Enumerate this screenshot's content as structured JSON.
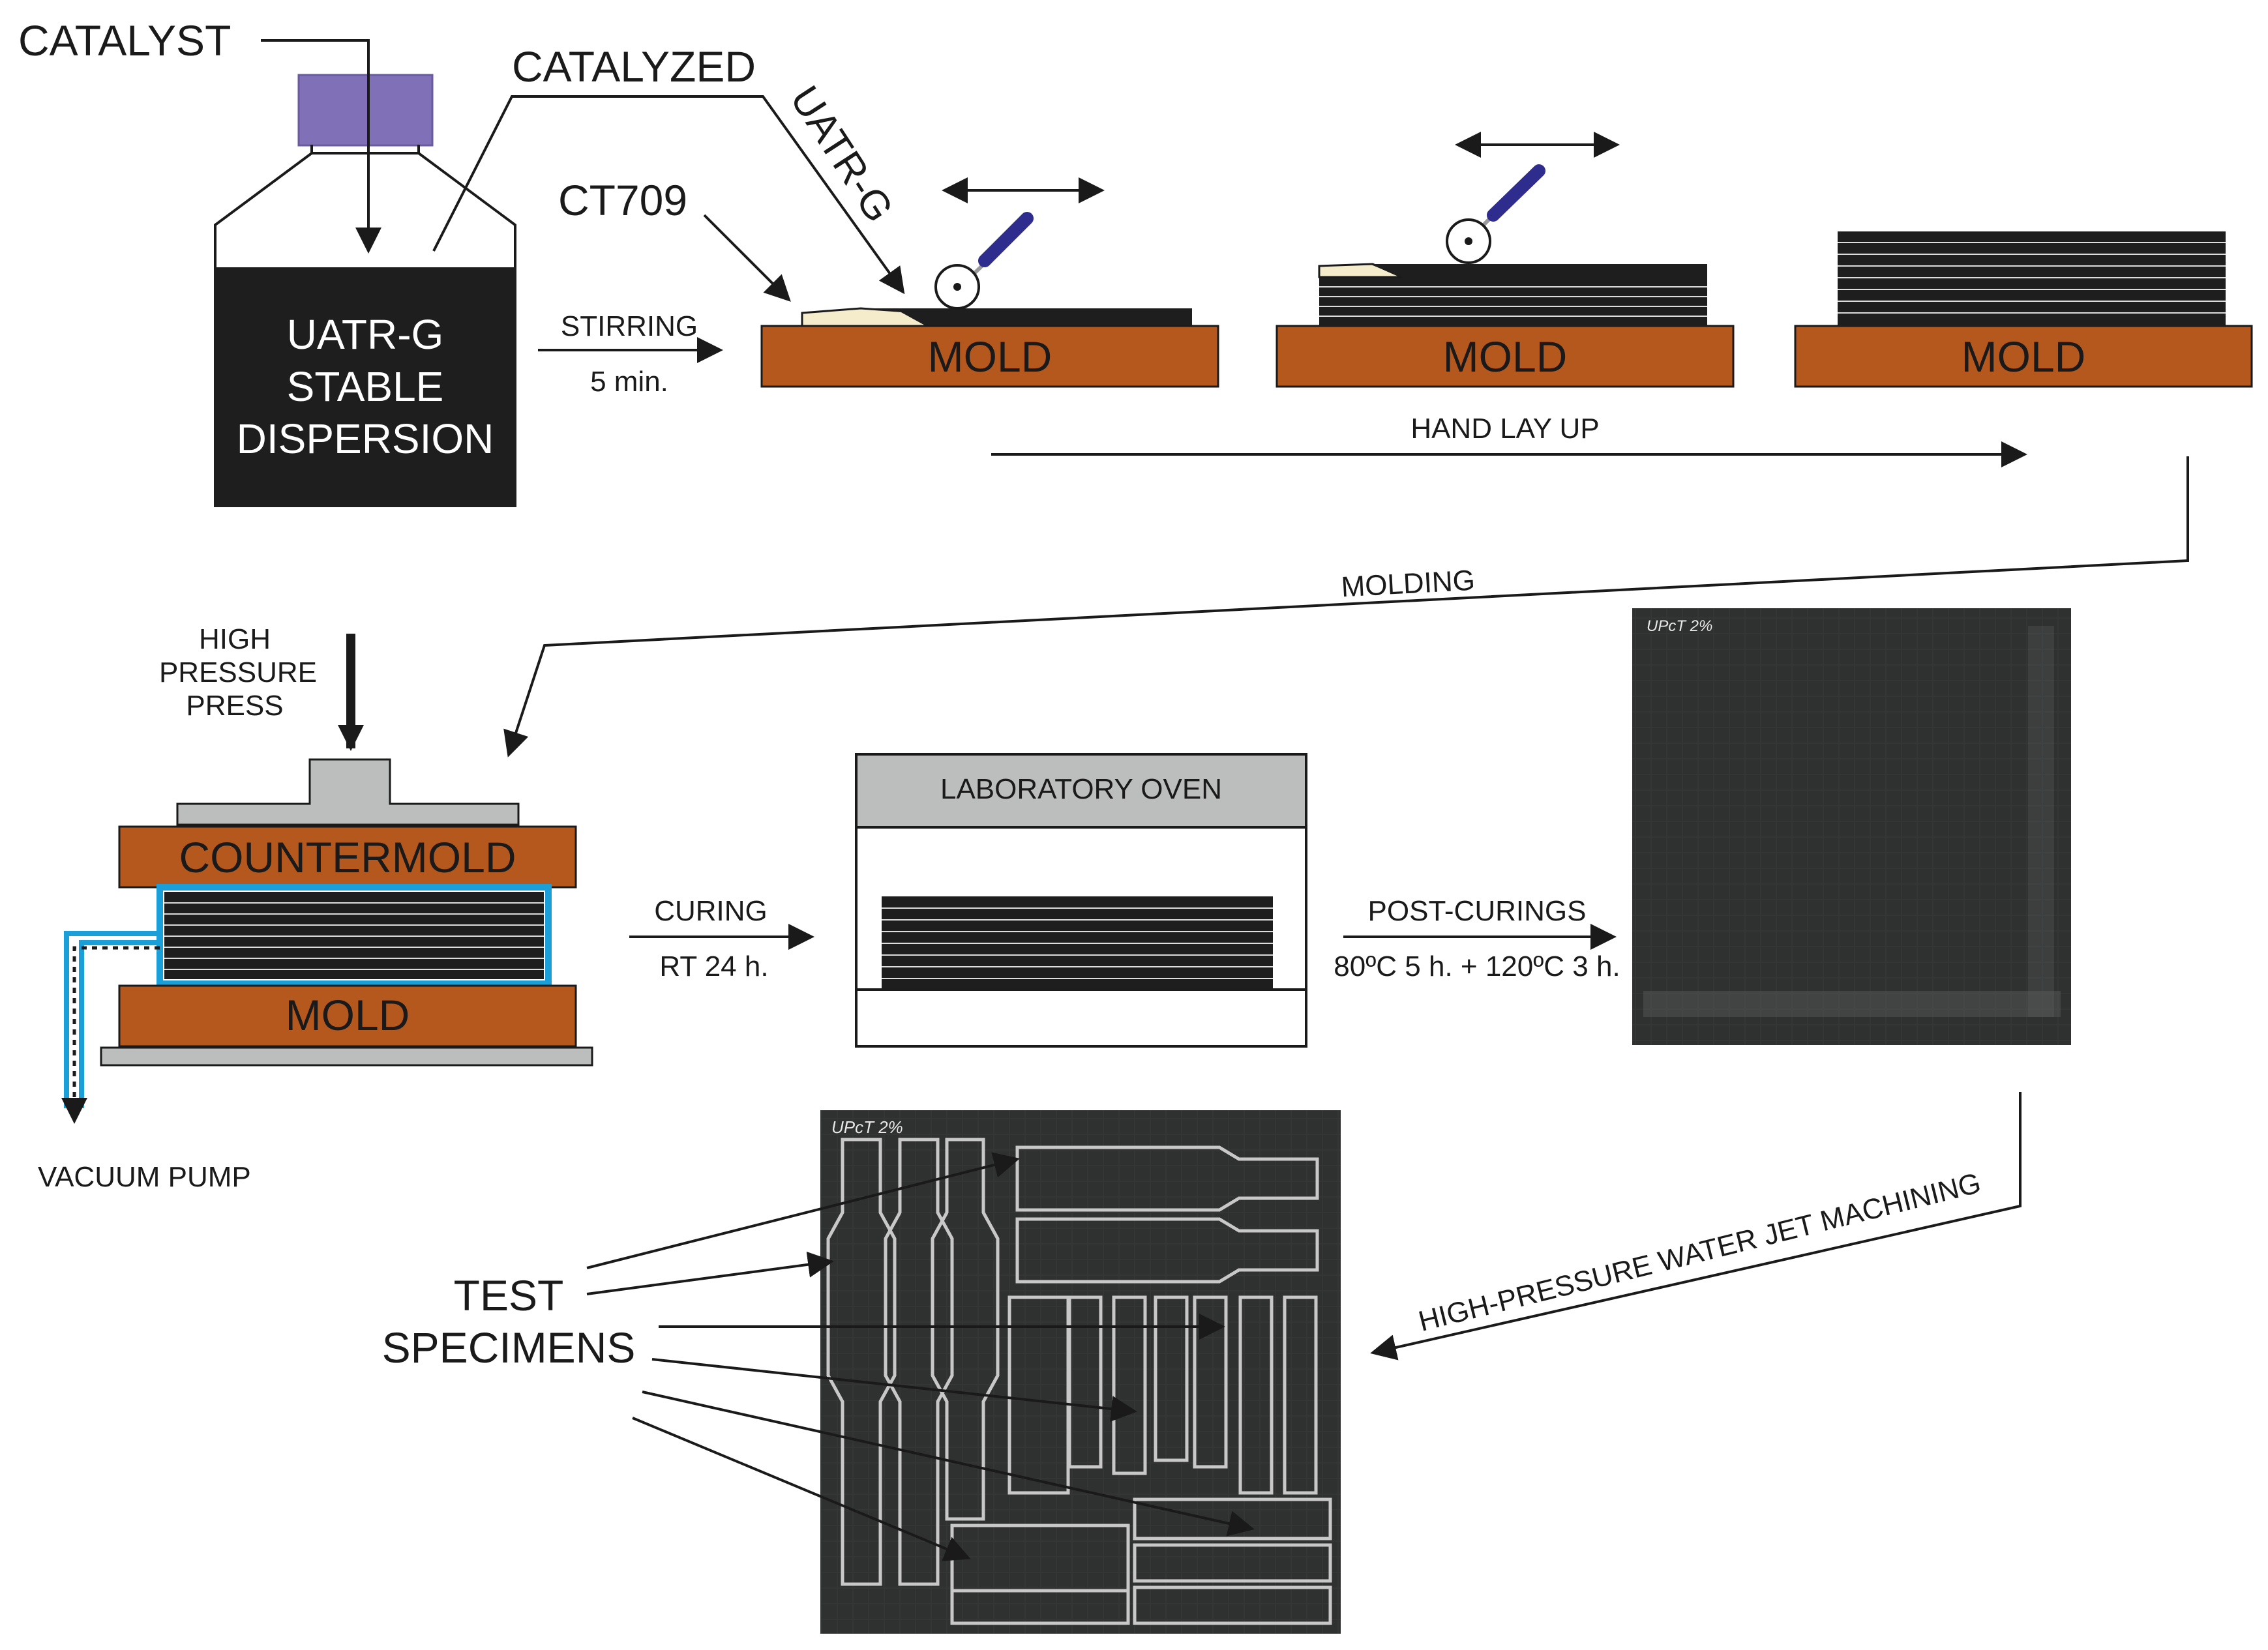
{
  "labels": {
    "catalyst": "CATALYST",
    "catalyzed": "CATALYZED",
    "uatr_g_diag": "UATR-G",
    "ct709": "CT709",
    "bottle_line1": "UATR-G",
    "bottle_line2": "STABLE",
    "bottle_line3": "DISPERSION",
    "stirring": "STIRRING",
    "stirring_time": "5 min.",
    "mold1": "MOLD",
    "mold2": "MOLD",
    "mold3": "MOLD",
    "hand_lay_up": "HAND LAY UP",
    "molding": "MOLDING",
    "press_line1": "HIGH",
    "press_line2": "PRESSURE",
    "press_line3": "PRESS",
    "countermold": "COUNTERMOLD",
    "mold_bottom": "MOLD",
    "vacuum_pump": "VACUUM PUMP",
    "curing": "CURING",
    "curing_time": "RT 24 h.",
    "oven": "LABORATORY OVEN",
    "post_curings": "POST-CURINGS",
    "post_curings_time": "80ºC 5 h. + 120ºC 3 h.",
    "panel_mark": "UPcT 2%",
    "machined_mark": "UPcT 2%",
    "water_jet": "HIGH-PRESSURE WATER JET MACHINING",
    "test": "TEST",
    "specimens": "SPECIMENS"
  },
  "colors": {
    "mold": "#b5581e",
    "catalyst_cap": "#8070b8",
    "laminate": "#1e1e1e",
    "pale_layer": "#f4eccb",
    "roller_handle": "#2e2c8c",
    "press_gray": "#bcbebe",
    "vacuum_blue": "#1a9fd8",
    "panel_dark": "#2f3232"
  },
  "icons": {
    "roller": "roller-tool-icon",
    "bottle": "bottle-icon"
  }
}
